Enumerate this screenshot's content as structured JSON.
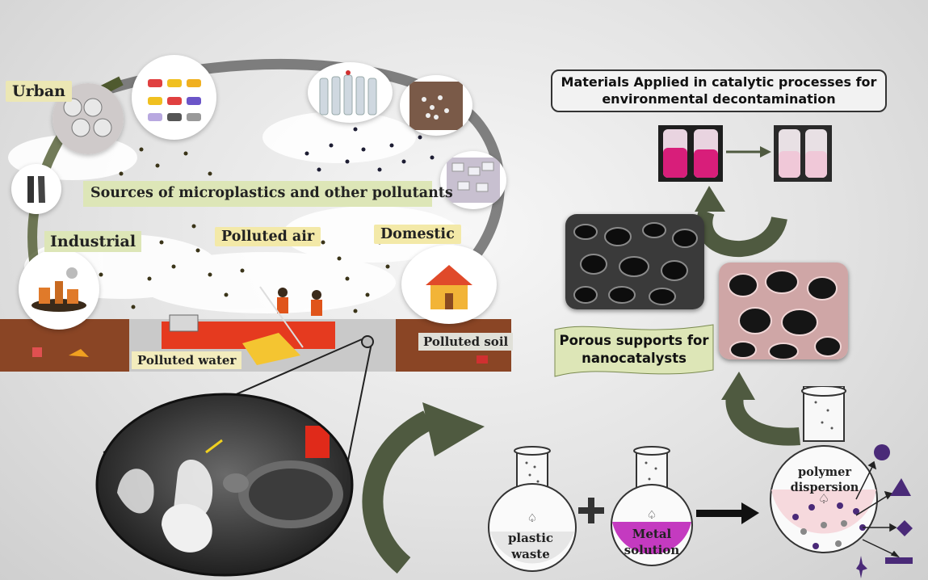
{
  "labels": {
    "urban": "Urban",
    "sources": "Sources of microplastics and other pollutants",
    "industrial": "Industrial",
    "polluted_air": "Polluted air",
    "domestic": "Domestic",
    "polluted_water": "Polluted water",
    "polluted_soil": "Polluted soil",
    "materials_title": "Materials Applied in catalytic processes for environmental decontamination",
    "porous_supports": "Porous supports for nanocatalysts",
    "plastic_waste": "plastic waste",
    "metal_solution": "Metal solution",
    "polymer_dispersion": "polymer dispersion"
  },
  "colors": {
    "ribbon": "#d9e3b5",
    "tag": "#f3e9a8",
    "arrow": "#4f5a40",
    "metal": "#c43ac0",
    "shape": "#4a2a78",
    "pink_vial": "#d81e7a"
  }
}
